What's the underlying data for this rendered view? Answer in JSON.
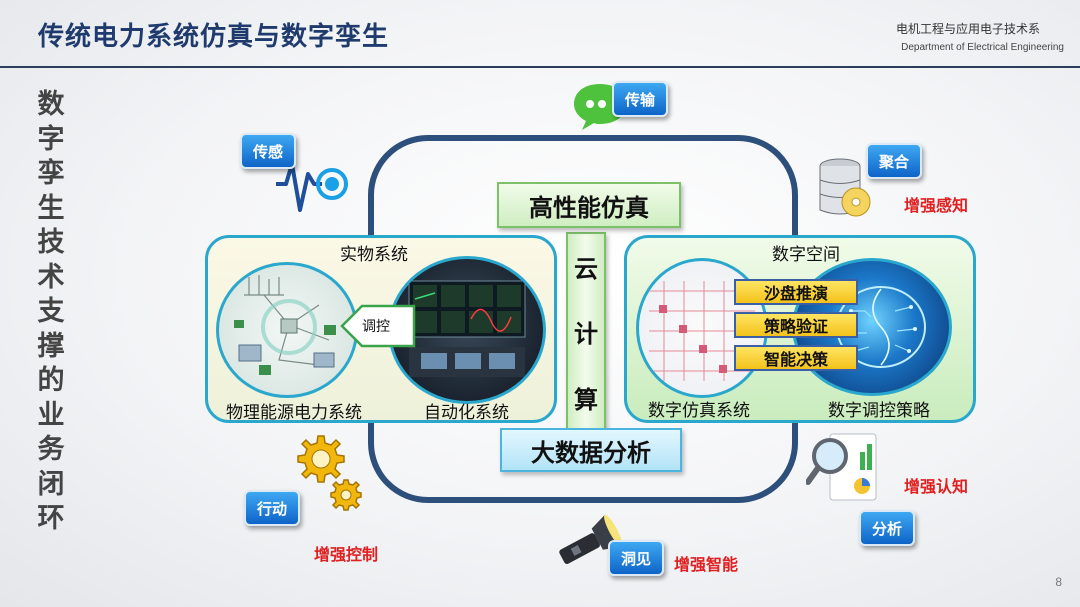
{
  "header": {
    "title": "传统电力系统仿真与数字孪生",
    "dept_cn": "电机工程与应用电子技术系",
    "dept_en": "Department of Electrical Engineering"
  },
  "side_title": [
    "数",
    "字",
    "孪",
    "生",
    "技",
    "术",
    "支",
    "撑",
    "的",
    "业",
    "务",
    "闭",
    "环"
  ],
  "center": {
    "hpc": "高性能仿真",
    "cloud": [
      "云",
      "计",
      "算"
    ],
    "bigdata": "大数据分析"
  },
  "physical": {
    "title": "实物系统",
    "power_label": "物理能源电力系统",
    "auto_label": "自动化系统",
    "control_arrow": "调控"
  },
  "digital": {
    "title": "数字空间",
    "sim_label": "数字仿真系统",
    "strategy_label": "数字调控策略",
    "tags": [
      "沙盘推演",
      "策略验证",
      "智能决策"
    ]
  },
  "loop_nodes": {
    "sense": "传感",
    "transmit": "传输",
    "aggregate": "聚合",
    "analyze": "分析",
    "insight": "洞见",
    "action": "行动"
  },
  "enhancements": {
    "perception": "增强感知",
    "cognition": "增强认知",
    "intelligence": "增强智能",
    "control": "增强控制"
  },
  "page_number": "8",
  "colors": {
    "title": "#1f3b6e",
    "loop": "#2d4f7c",
    "accent_red": "#e02020",
    "button_blue": "#0e64c8",
    "panel_border": "#2aa7cc"
  }
}
